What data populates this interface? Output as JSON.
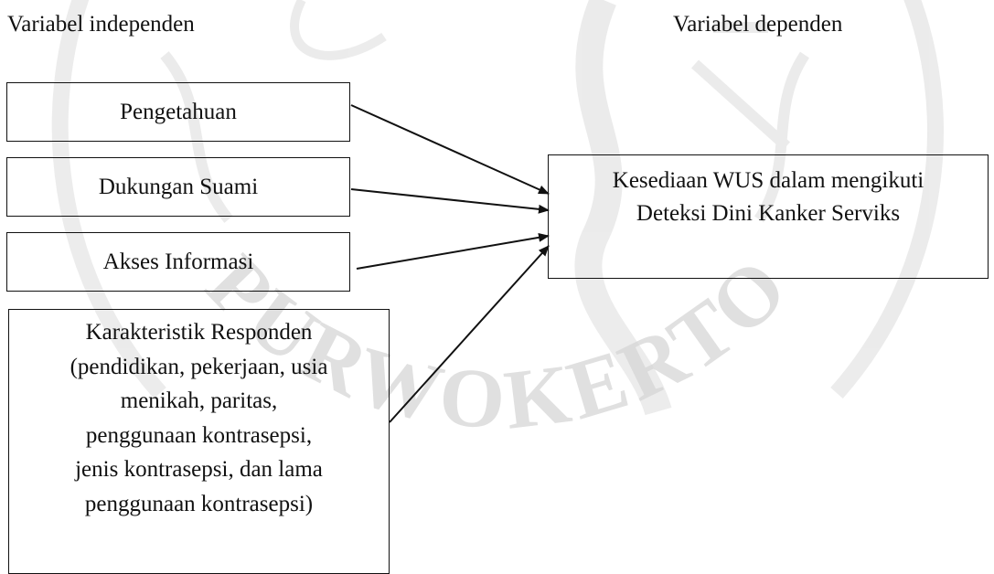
{
  "headings": {
    "independent": "Variabel independen",
    "dependent": "Variabel dependen"
  },
  "boxes": {
    "pengetahuan": "Pengetahuan",
    "dukungan_suami": "Dukungan Suami",
    "akses_informasi": "Akses Informasi",
    "karakteristik_lines": [
      "Karakteristik Responden",
      "(pendidikan, pekerjaan, usia",
      "menikah, paritas,",
      "penggunaan kontrasepsi,",
      "jenis kontrasepsi, dan lama",
      "penggunaan kontrasepsi)"
    ],
    "outcome_lines": [
      "Kesediaan WUS dalam mengikuti",
      "Deteksi Dini Kanker Serviks"
    ]
  },
  "watermark": {
    "text": "PURWOKERTO",
    "color": "#d9d9d9"
  }
}
